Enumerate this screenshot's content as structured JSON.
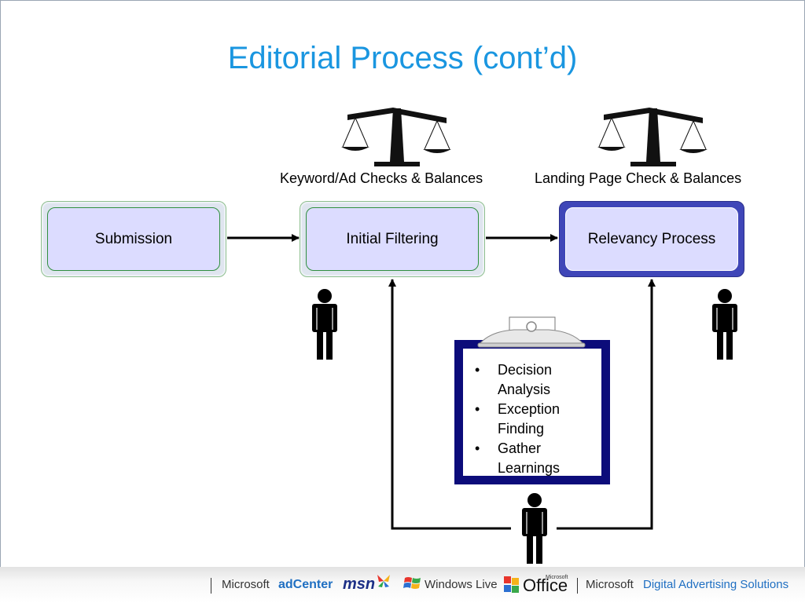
{
  "title": "Editorial Process (cont’d)",
  "scale_labels": {
    "left": "Keyword/Ad Checks & Balances",
    "right": "Landing Page Check & Balances"
  },
  "boxes": {
    "submission": "Submission",
    "initial_filtering": "Initial Filtering",
    "relevancy_process": "Relevancy Process"
  },
  "clipboard_items": [
    "Decision Analysis",
    "Exception Finding",
    "Gather Learnings"
  ],
  "footer": {
    "ms_prefix": "Microsoft",
    "adcenter": "adCenter",
    "msn": "msn",
    "windows_live": "Windows Live",
    "office_small": "Microsoft",
    "office": "Office",
    "ms_prefix2": "Microsoft",
    "digital": "Digital Advertising Solutions"
  },
  "colors": {
    "title": "#1a96e0",
    "accent_blue": "#3f46b8",
    "clipboard_border": "#0c0c7a",
    "footer_blue": "#1f6fc2"
  }
}
